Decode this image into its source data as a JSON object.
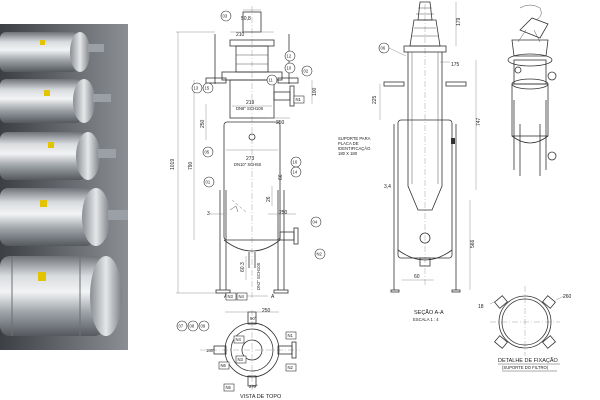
{
  "balloons": {
    "b03": "03",
    "b12": "12",
    "b10": "10",
    "b11": "11",
    "b13": "13",
    "b15": "15",
    "b02": "02",
    "b05": "05",
    "b16": "16",
    "b14": "14",
    "b01": "01",
    "b04": "04",
    "b06": "06",
    "b07": "07",
    "b08": "08",
    "b09": "09"
  },
  "nozzles": {
    "n1": "N1",
    "n2": "N2",
    "n3": "N3",
    "n4": "N4",
    "n5": "N5",
    "n6": "N6"
  },
  "dimensions": {
    "top_width": "50,8",
    "flange_dia": "210",
    "dn8_dia": "219",
    "dn8_spec": "DN8\" SCH10S",
    "dn10_dia": "273",
    "dn10_spec": "DN10\" SCH5S",
    "overall_height": "1019",
    "dim_790": "790",
    "dim_250": "250",
    "dim_250_right": "250",
    "dim_250_lower": "250",
    "dim_100": "100",
    "dim_66": "66",
    "dim_26": "26",
    "outlet_dia": "60.3",
    "outlet_spec": "DN2\" SCH10S",
    "top_view_dia": "250",
    "angle_90": "90°",
    "angle_180": "180°",
    "angle_270": "270°",
    "sec_top": "179",
    "sec_175": "175",
    "sec_225": "225",
    "sec_747": "747",
    "sec_34": "3,4",
    "sec_566": "566",
    "sec_60": "60",
    "detail_r18": "18",
    "detail_260": "260"
  },
  "labels": {
    "cut_a_left": "A",
    "cut_a_right": "A",
    "item_3": "3",
    "support_plate": "SUPORTE PARA PLACA DE IDENTIFICAÇÃO 180 X 180",
    "section_title": "SEÇÃO A-A",
    "section_scale": "ESCALA 1 : 4",
    "top_view_title": "VISTA DE TOPO",
    "detail_title": "DETALHE DE FIXAÇÃO",
    "detail_subtitle": "(SUPORTE DO FILTRO)"
  }
}
